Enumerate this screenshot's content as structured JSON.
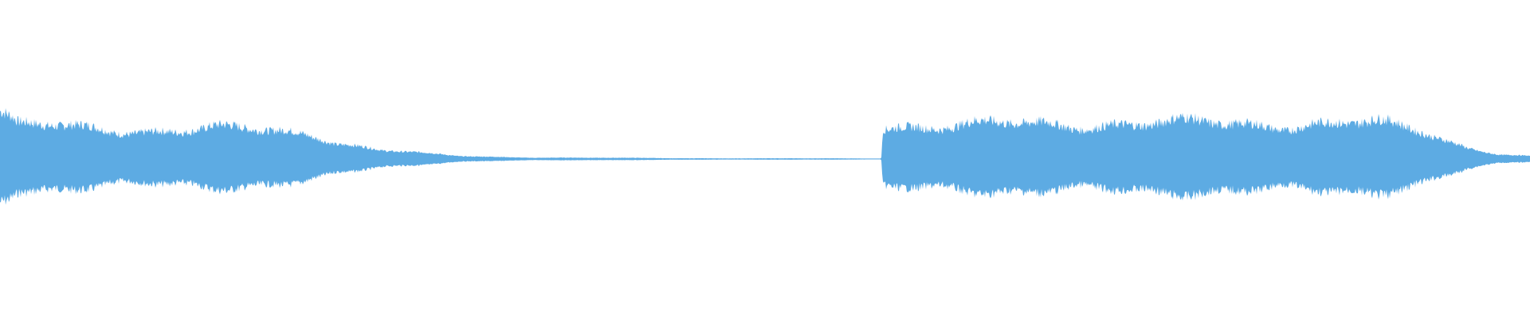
{
  "waveform": {
    "color": "#5dabe3",
    "envelope": [
      [
        0.0,
        0.5
      ],
      [
        0.012,
        0.34
      ],
      [
        0.05,
        0.32
      ],
      [
        0.1,
        0.3
      ],
      [
        0.14,
        0.31
      ],
      [
        0.2,
        0.27
      ],
      [
        0.21,
        0.24
      ],
      [
        0.22,
        0.18
      ],
      [
        0.25,
        0.09
      ],
      [
        0.3,
        0.03
      ],
      [
        0.35,
        0.015
      ],
      [
        0.45,
        0.008
      ],
      [
        0.55,
        0.006
      ],
      [
        0.576,
        0.005
      ],
      [
        0.577,
        0.36
      ],
      [
        0.62,
        0.34
      ],
      [
        0.65,
        0.35
      ],
      [
        0.72,
        0.37
      ],
      [
        0.8,
        0.36
      ],
      [
        0.86,
        0.37
      ],
      [
        0.9,
        0.36
      ],
      [
        0.93,
        0.28
      ],
      [
        0.96,
        0.12
      ],
      [
        0.98,
        0.05
      ],
      [
        1.0,
        0.03
      ]
    ]
  }
}
